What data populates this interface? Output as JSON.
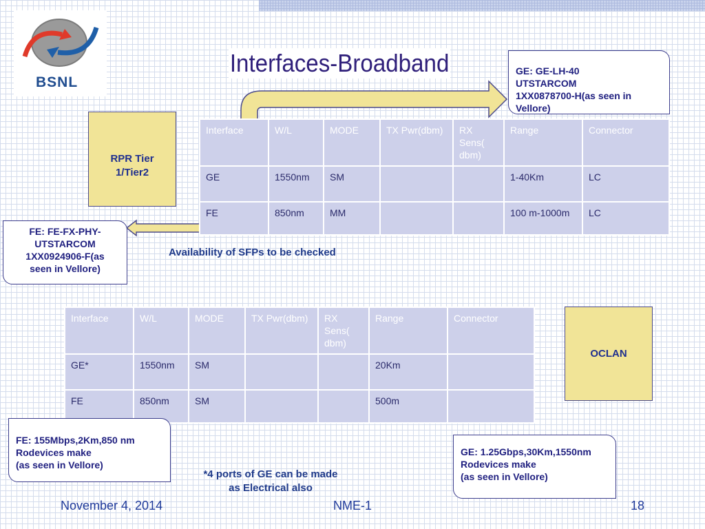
{
  "slide": {
    "title": "Interfaces-Broadband",
    "logo_text": "BSNL"
  },
  "callouts": {
    "ge_top": [
      "GE: GE-LH-40",
      "UTSTARCOM",
      "1XX0878700-H(as seen in",
      "Vellore)"
    ],
    "fe_left": [
      "FE: FE-FX-PHY-",
      "UTSTARCOM",
      "1XX0924906-F(as",
      "seen in Vellore)"
    ],
    "fe_bottom": [
      "FE: 155Mbps,2Km,850 nm",
      "Rodevices make",
      "(as seen in Vellore)"
    ],
    "ge_bottom": [
      "GE: 1.25Gbps,30Km,1550nm",
      "Rodevices make",
      "(as seen in Vellore)"
    ]
  },
  "boxes": {
    "rpr": [
      "RPR Tier",
      "1/Tier2"
    ],
    "oclan": "OCLAN"
  },
  "table1": {
    "headers": [
      "Interface",
      "W/L",
      "MODE",
      "TX Pwr(dbm)",
      "RX Sens( dbm)",
      "Range",
      "Connector"
    ],
    "rows": [
      [
        "GE",
        "1550nm",
        "SM",
        "",
        "",
        "1-40Km",
        "LC"
      ],
      [
        "FE",
        "850nm",
        "MM",
        "",
        "",
        "100 m-1000m",
        "LC"
      ]
    ]
  },
  "table2": {
    "headers": [
      "Interface",
      "W/L",
      "MODE",
      "TX Pwr(dbm)",
      "RX Sens( dbm)",
      "Range",
      "Connector"
    ],
    "rows": [
      [
        "GE*",
        "1550nm",
        "SM",
        "",
        "",
        "20Km",
        ""
      ],
      [
        "FE",
        "850nm",
        "SM",
        "",
        "",
        "500m",
        ""
      ]
    ]
  },
  "notes": {
    "sfp": "Availability of SFPs to be checked",
    "electrical": [
      "*4 ports of GE can be made",
      "as Electrical also"
    ]
  },
  "footer": {
    "date": "November 4, 2014",
    "center": "NME-1",
    "page": "18"
  },
  "colors": {
    "title": "#2f1f7a",
    "table_bg": "#cdd0ea",
    "yellow_box": "#f1e497",
    "arrow_fill": "#f1e497",
    "text_blue": "#1f3a8a"
  }
}
